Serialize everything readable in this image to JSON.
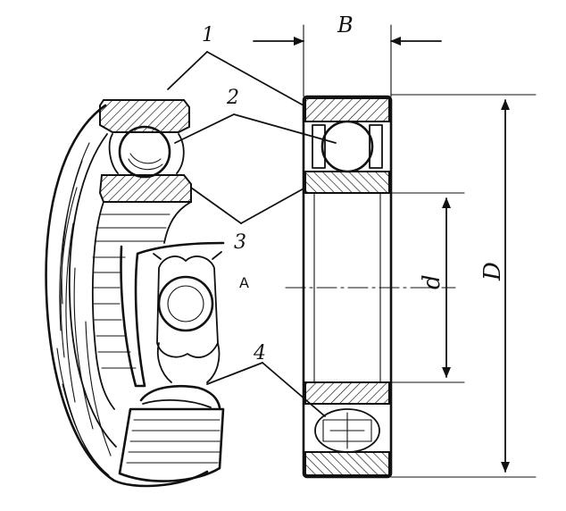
{
  "labels": {
    "part1": "1",
    "part2": "2",
    "part3": "3",
    "part4": "4",
    "letterA": "A",
    "width": "B",
    "innerDiameter": "d",
    "outerDiameter": "D"
  }
}
